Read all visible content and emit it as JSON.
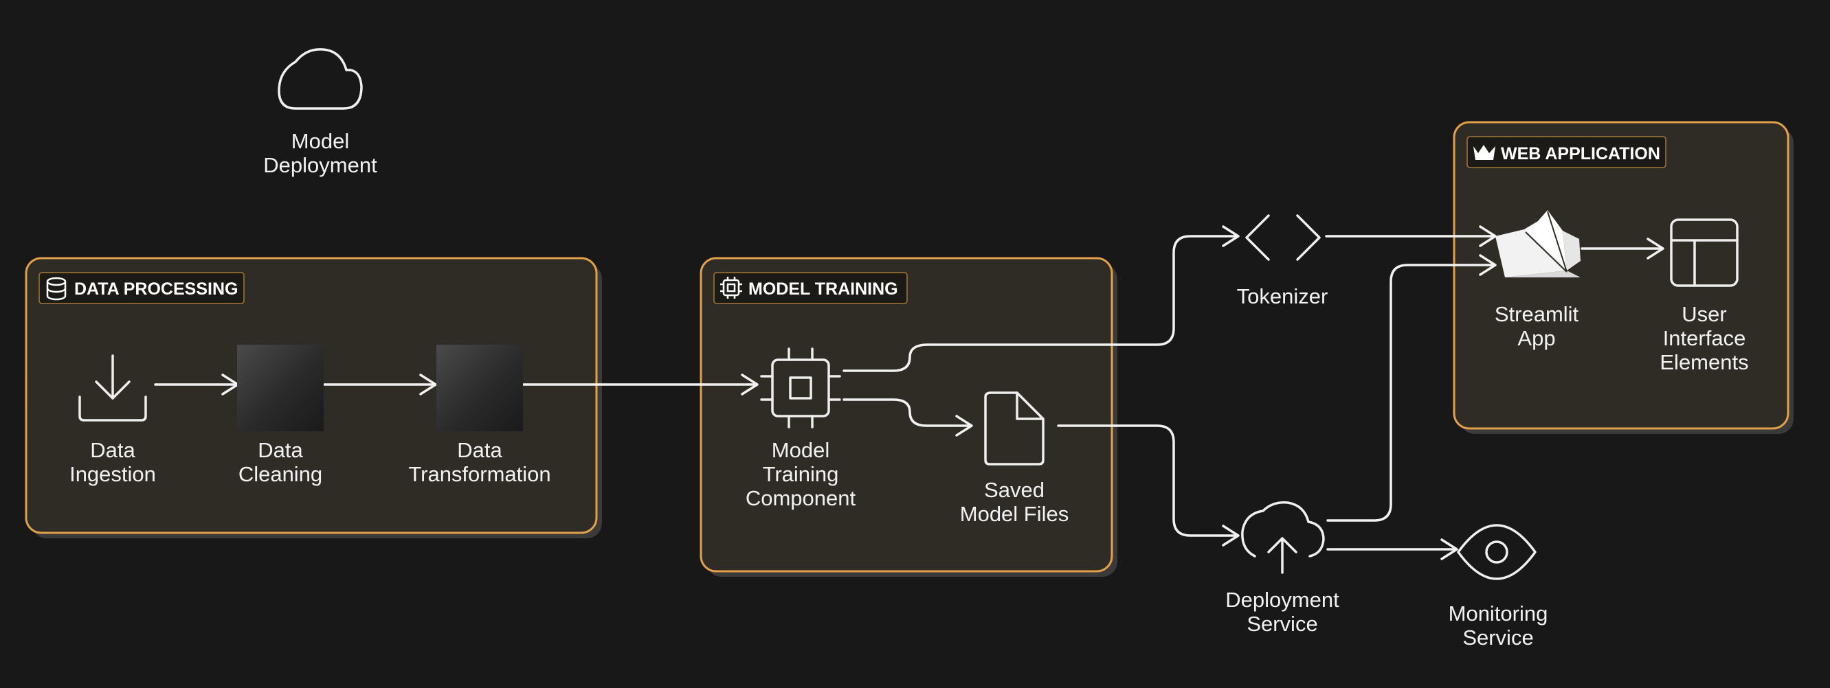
{
  "groups": {
    "data_processing": "DATA PROCESSING",
    "model_training": "MODEL TRAINING",
    "web_application": "WEB APPLICATION"
  },
  "nodes": {
    "model_deployment": [
      "Model",
      "Deployment"
    ],
    "data_ingestion": [
      "Data",
      "Ingestion"
    ],
    "data_cleaning": [
      "Data",
      "Cleaning"
    ],
    "data_transformation": [
      "Data",
      "Transformation"
    ],
    "model_training_component": [
      "Model",
      "Training",
      "Component"
    ],
    "saved_model_files": [
      "Saved",
      "Model Files"
    ],
    "tokenizer": [
      "Tokenizer"
    ],
    "deployment_service": [
      "Deployment",
      "Service"
    ],
    "monitoring_service": [
      "Monitoring",
      "Service"
    ],
    "streamlit_app": [
      "Streamlit",
      "App"
    ],
    "user_interface_elements": [
      "User",
      "Interface",
      "Elements"
    ]
  },
  "icons": {
    "model_deployment": "cloud-icon",
    "data_ingestion": "download-icon",
    "data_cleaning": "gradient-square-icon",
    "data_transformation": "gradient-square-icon",
    "model_training_component": "cpu-chip-icon",
    "saved_model_files": "file-icon",
    "tokenizer": "code-brackets-icon",
    "deployment_service": "cloud-upload-icon",
    "monitoring_service": "eye-icon",
    "streamlit_app": "streamlit-crown-icon",
    "user_interface_elements": "layout-icon"
  },
  "colors": {
    "background": "#181818",
    "group_fill": "#2f2c25",
    "group_border": "#e3a04a",
    "line": "#f2f2f2"
  }
}
